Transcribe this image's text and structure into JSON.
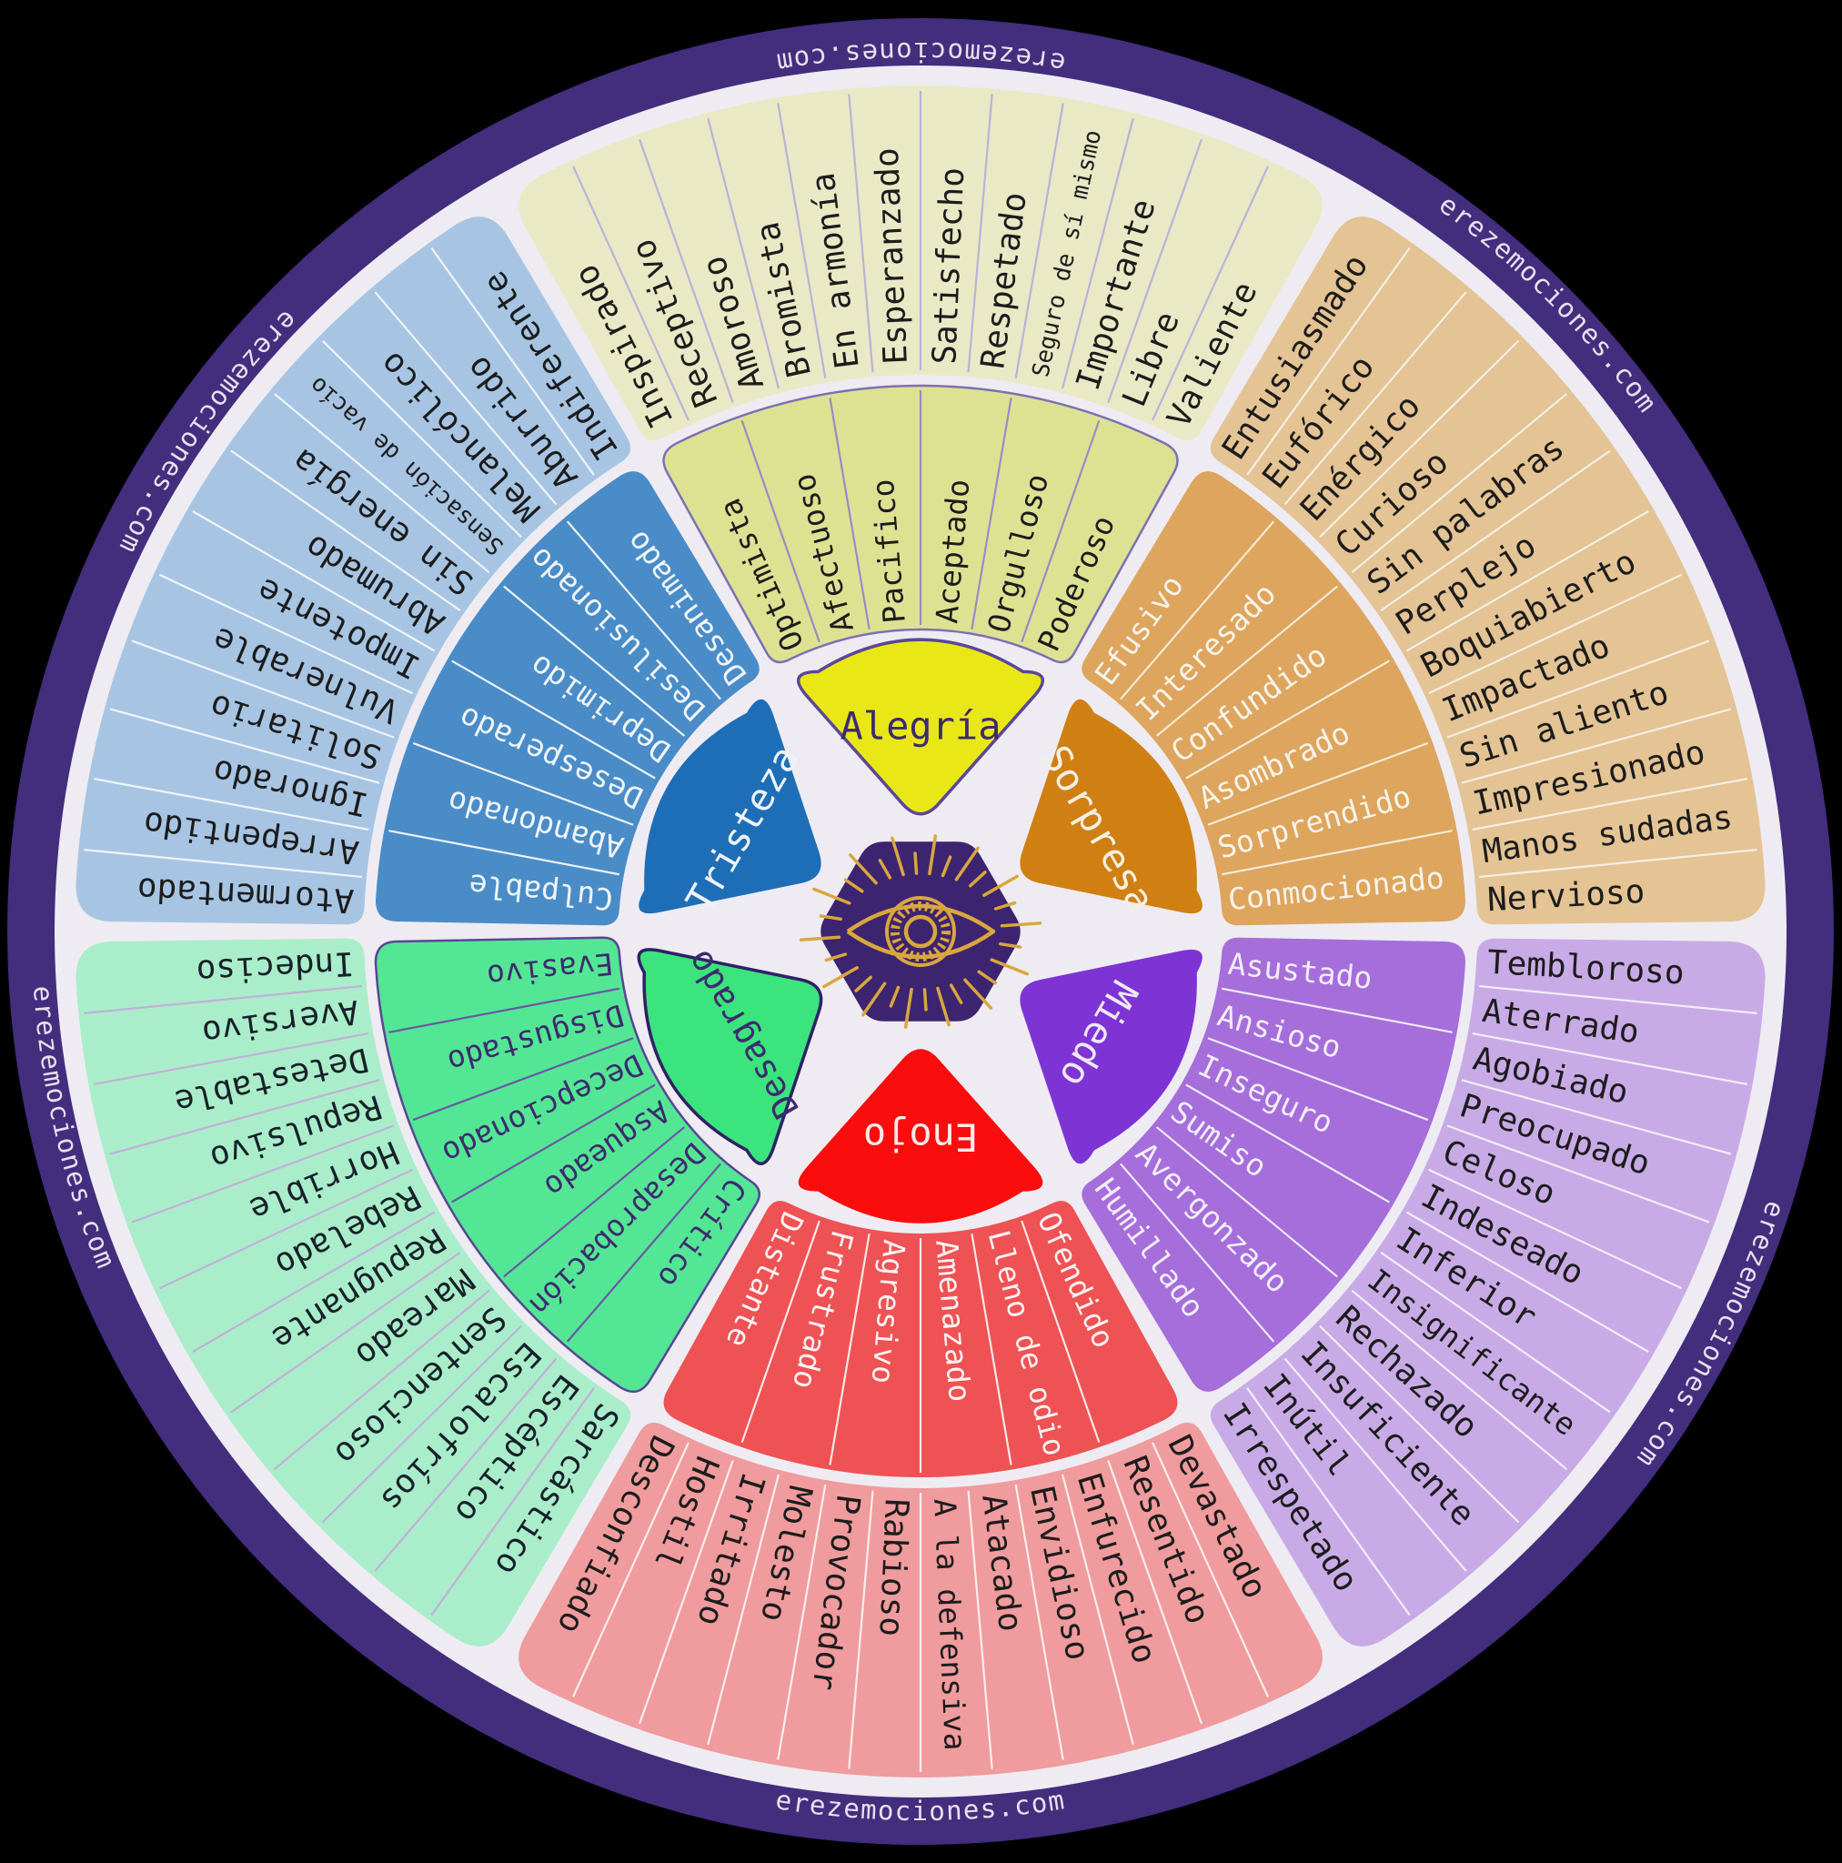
{
  "watermark": {
    "text": "erezemociones.com",
    "positions_deg": [
      90,
      45,
      145,
      193,
      270,
      333
    ],
    "flows": [
      "ccw",
      "cw",
      "ccw",
      "ccw",
      "ccw",
      "cw"
    ]
  },
  "colors": {
    "page_bg": "#000000",
    "ring": "#432d7d",
    "inner_bg": "#eeecf2",
    "center_hex": "#3d2470",
    "eye_gold": "#d9a73e",
    "watermark_text": "#e6e1ee"
  },
  "center": {
    "icon": "eye-icon"
  },
  "sectors": [
    {
      "name": "Alegría",
      "colors": {
        "core": "#e9e816",
        "middle": "#dde293",
        "outer": "#e9e9c6",
        "core_text": "#3d2a6e",
        "middle_text": "#1c1c1c",
        "outer_text": "#1c1c1c",
        "divider_middle": "#968cc6",
        "divider_outer": "#b9b2d8",
        "middle_stroke": "#7d6fb4",
        "petal_stroke": "#5a4796"
      },
      "middle": [
        "Optimista",
        "Afectuoso",
        "Pacifico",
        "Aceptado",
        "Orgulloso",
        "Poderoso"
      ],
      "outer": [
        "Inspirado",
        "Receptivo",
        "Amoroso",
        "Bromista",
        "En armonía",
        "Esperanzado",
        "Satisfecho",
        "Respetado",
        "Seguro de sí mismo",
        "Importante",
        "Libre",
        "Valiente"
      ]
    },
    {
      "name": "Sorpresa",
      "colors": {
        "core": "#d07f12",
        "middle": "#dda55d",
        "outer": "#e4c394",
        "core_text": "#f5efe3",
        "middle_text": "#f7f3ea",
        "outer_text": "#1c1c1c",
        "divider_middle": "#f2ead9",
        "divider_outer": "#f4efe4",
        "middle_stroke": "",
        "petal_stroke": ""
      },
      "middle": [
        "Efusivo",
        "Interesado",
        "Confundido",
        "Asombrado",
        "Sorprendido",
        "Conmocionado"
      ],
      "outer": [
        "Entusiasmado",
        "Eufórico",
        "Enérgico",
        "Curioso",
        "Sin palabras",
        "Perplejo",
        "Boquiabierto",
        "Impactado",
        "Sin aliento",
        "Impresionado",
        "Manos sudadas",
        "Nervioso"
      ]
    },
    {
      "name": "Miedo",
      "colors": {
        "core": "#7e33d4",
        "middle": "#a56edb",
        "outer": "#c8abe6",
        "core_text": "#efe8f8",
        "middle_text": "#f3edfa",
        "outer_text": "#1c1c1c",
        "divider_middle": "#efe9f7",
        "divider_outer": "#f2eef8",
        "middle_stroke": "",
        "petal_stroke": ""
      },
      "middle": [
        "Asustado",
        "Ansioso",
        "Inseguro",
        "Sumiso",
        "Avergonzado",
        "Humillado"
      ],
      "outer": [
        "Tembloroso",
        "Aterrado",
        "Agobiado",
        "Preocupado",
        "Celoso",
        "Indeseado",
        "Inferior",
        "Insignificante",
        "Rechazado",
        "Insuficiente",
        "Inútil",
        "Irrespetado"
      ]
    },
    {
      "name": "Enojo",
      "colors": {
        "core": "#fb0d0d",
        "middle": "#ee5254",
        "outer": "#f09b9d",
        "core_text": "#fdeaea",
        "middle_text": "#fdf2f2",
        "outer_text": "#1c1c1c",
        "divider_middle": "#fbe9e9",
        "divider_outer": "#fceeee",
        "middle_stroke": "",
        "petal_stroke": ""
      },
      "middle": [
        "Ofendido",
        "Lleno de odio",
        "Amenazado",
        "Agresivo",
        "Frustrado",
        "Distante"
      ],
      "outer": [
        "Devastado",
        "Resentido",
        "Enfurecido",
        "Envidioso",
        "Atacado",
        "A la defensiva",
        "Rabioso",
        "Provocador",
        "Molesto",
        "Irritado",
        "Hostil",
        "Desconfiado"
      ]
    },
    {
      "name": "Desagrado",
      "colors": {
        "core": "#3be47d",
        "middle": "#53e795",
        "outer": "#aaedca",
        "core_text": "#3d2a6e",
        "middle_text": "#3d2a6e",
        "outer_text": "#17202a",
        "divider_middle": "#6b57a5",
        "divider_outer": "#c2afd9",
        "middle_stroke": "#5a4596",
        "petal_stroke": "#2e2166"
      },
      "middle": [
        "Crítico",
        "Desaprobación",
        "Asqueado",
        "Decepcionado",
        "Disgustado",
        "Evasivo"
      ],
      "outer": [
        "Sarcástico",
        "Escéptico",
        "Escalofríos",
        "Sentencioso",
        "Mareado",
        "Repugnante",
        "Rebelado",
        "Horrible",
        "Repulsivo",
        "Detestable",
        "Aversivo",
        "Indeciso"
      ]
    },
    {
      "name": "Tristeza",
      "colors": {
        "core": "#1e6eb7",
        "middle": "#4a8cc7",
        "outer": "#a7c5e3",
        "core_text": "#eef3f9",
        "middle_text": "#f0f5fb",
        "outer_text": "#1c1c1c",
        "divider_middle": "#eef2f8",
        "divider_outer": "#f0f4fa",
        "middle_stroke": "",
        "petal_stroke": ""
      },
      "middle": [
        "Culpable",
        "Abandonado",
        "Desesperado",
        "Deprimido",
        "Desilusionado",
        "Desanimado"
      ],
      "outer": [
        "Atormentado",
        "Arrepentido",
        "Ignorado",
        "Solitario",
        "Vulnerable",
        "Impotente",
        "Abrumado",
        "Sin energía",
        "Sensación de vacío",
        "Melancólico",
        "Aburrido",
        "Indiferente"
      ]
    }
  ]
}
